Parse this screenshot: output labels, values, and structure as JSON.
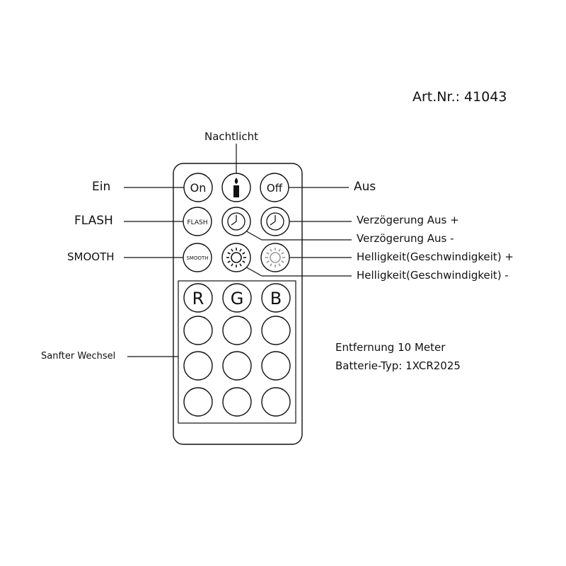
{
  "article": "Art.Nr.: 41043",
  "labels": {
    "nachtlicht": "Nachtlicht",
    "ein": "Ein",
    "aus": "Aus",
    "flash": "FLASH",
    "smooth": "SMOOTH",
    "sanfter_wechsel": "Sanfter Wechsel",
    "delay_off_plus": "Verzögerung Aus +",
    "delay_off_minus": "Verzögerung Aus -",
    "brightness_plus": "Helligkeit(Geschwindigkeit) +",
    "brightness_minus": "Helligkeit(Geschwindigkeit) -"
  },
  "remote": {
    "on": "On",
    "off": "Off",
    "flash": "FLASH",
    "smooth": "SMOOTH",
    "r": "R",
    "g": "G",
    "b": "B"
  },
  "info": {
    "range": "Entfernung 10 Meter",
    "battery": "Batterie-Typ: 1XCR2025"
  },
  "icons": [
    "candle-icon",
    "clock-icon",
    "sun-icon"
  ]
}
